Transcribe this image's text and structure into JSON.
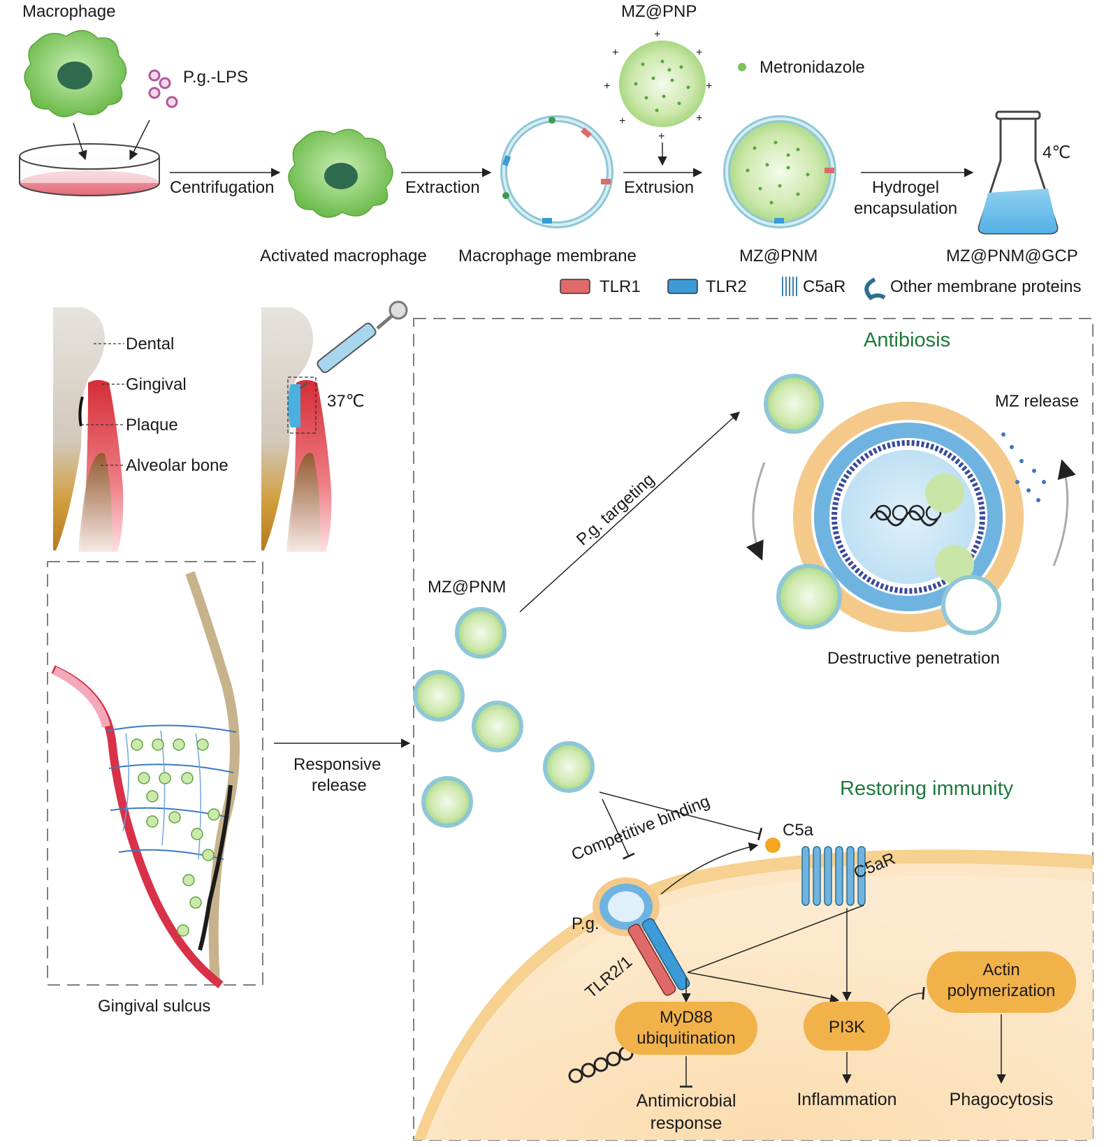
{
  "top": {
    "macrophage": "Macrophage",
    "pg_lps": "P.g.-LPS",
    "centrifugation": "Centrifugation",
    "activated": "Activated macrophage",
    "extraction": "Extraction",
    "membrane": "Macrophage membrane",
    "mz_pnp": "MZ@PNP",
    "metronidazole": "Metronidazole",
    "extrusion": "Extrusion",
    "mz_pnm": "MZ@PNM",
    "hydrogel_1": "Hydrogel",
    "hydrogel_2": "encapsulation",
    "temp_4": "4℃",
    "mz_pnm_gcp": "MZ@PNM@GCP"
  },
  "legend": {
    "tlr1": "TLR1",
    "tlr2": "TLR2",
    "c5ar": "C5aR",
    "other": "Other membrane proteins"
  },
  "anatomy": {
    "dental": "Dental",
    "gingival": "Gingival",
    "plaque": "Plaque",
    "alveolar": "Alveolar bone",
    "temp_37": "37℃",
    "sulcus": "Gingival sulcus"
  },
  "middle": {
    "responsive_1": "Responsive",
    "responsive_2": "release",
    "mz_pnm": "MZ@PNM",
    "pg_targeting": "P.g. targeting",
    "antibiosis": "Antibiosis",
    "mz_release": "MZ release",
    "destructive": "Destructive penetration",
    "restoring": "Restoring immunity",
    "competitive": "Competitive binding",
    "c5a": "C5a",
    "c5ar": "C5aR",
    "pg": "P.g.",
    "tlr21": "TLR2/1"
  },
  "pathway": {
    "myd88_1": "MyD88",
    "myd88_2": "ubiquitination",
    "pi3k": "PI3K",
    "actin_1": "Actin",
    "actin_2": "polymerization",
    "antimicrobial_1": "Antimicrobial",
    "antimicrobial_2": "response",
    "inflammation": "Inflammation",
    "phagocytosis": "Phagocytosis"
  },
  "colors": {
    "cell_green": "#7cc35a",
    "nanoparticle": "#c9e6a8",
    "tlr1_red": "#e06a6a",
    "tlr2_blue": "#3c9ad6",
    "box_orange": "#f2b24a",
    "title_green": "#1d7a3a"
  }
}
